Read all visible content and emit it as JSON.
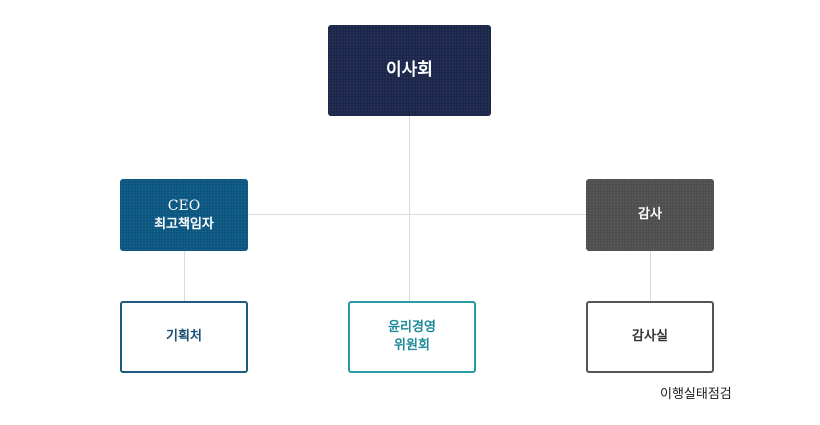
{
  "board": {
    "label": "이사회"
  },
  "ceo": {
    "line1": "CEO",
    "line2": "최고책임자"
  },
  "audit": {
    "label": "감사"
  },
  "planning": {
    "label": "기획처"
  },
  "ethics": {
    "line1": "윤리경영",
    "line2": "위원회"
  },
  "audit_office": {
    "label": "감사실"
  },
  "audit_office_note": "이행실태점검",
  "colors": {
    "board": "#1a254a",
    "ceo": "#0a5580",
    "audit": "#4d4d4d",
    "planning_border": "#1e5a80",
    "ethics_border": "#2a9aa5",
    "audit_office_border": "#555555",
    "connector": "#d6dbe0"
  }
}
